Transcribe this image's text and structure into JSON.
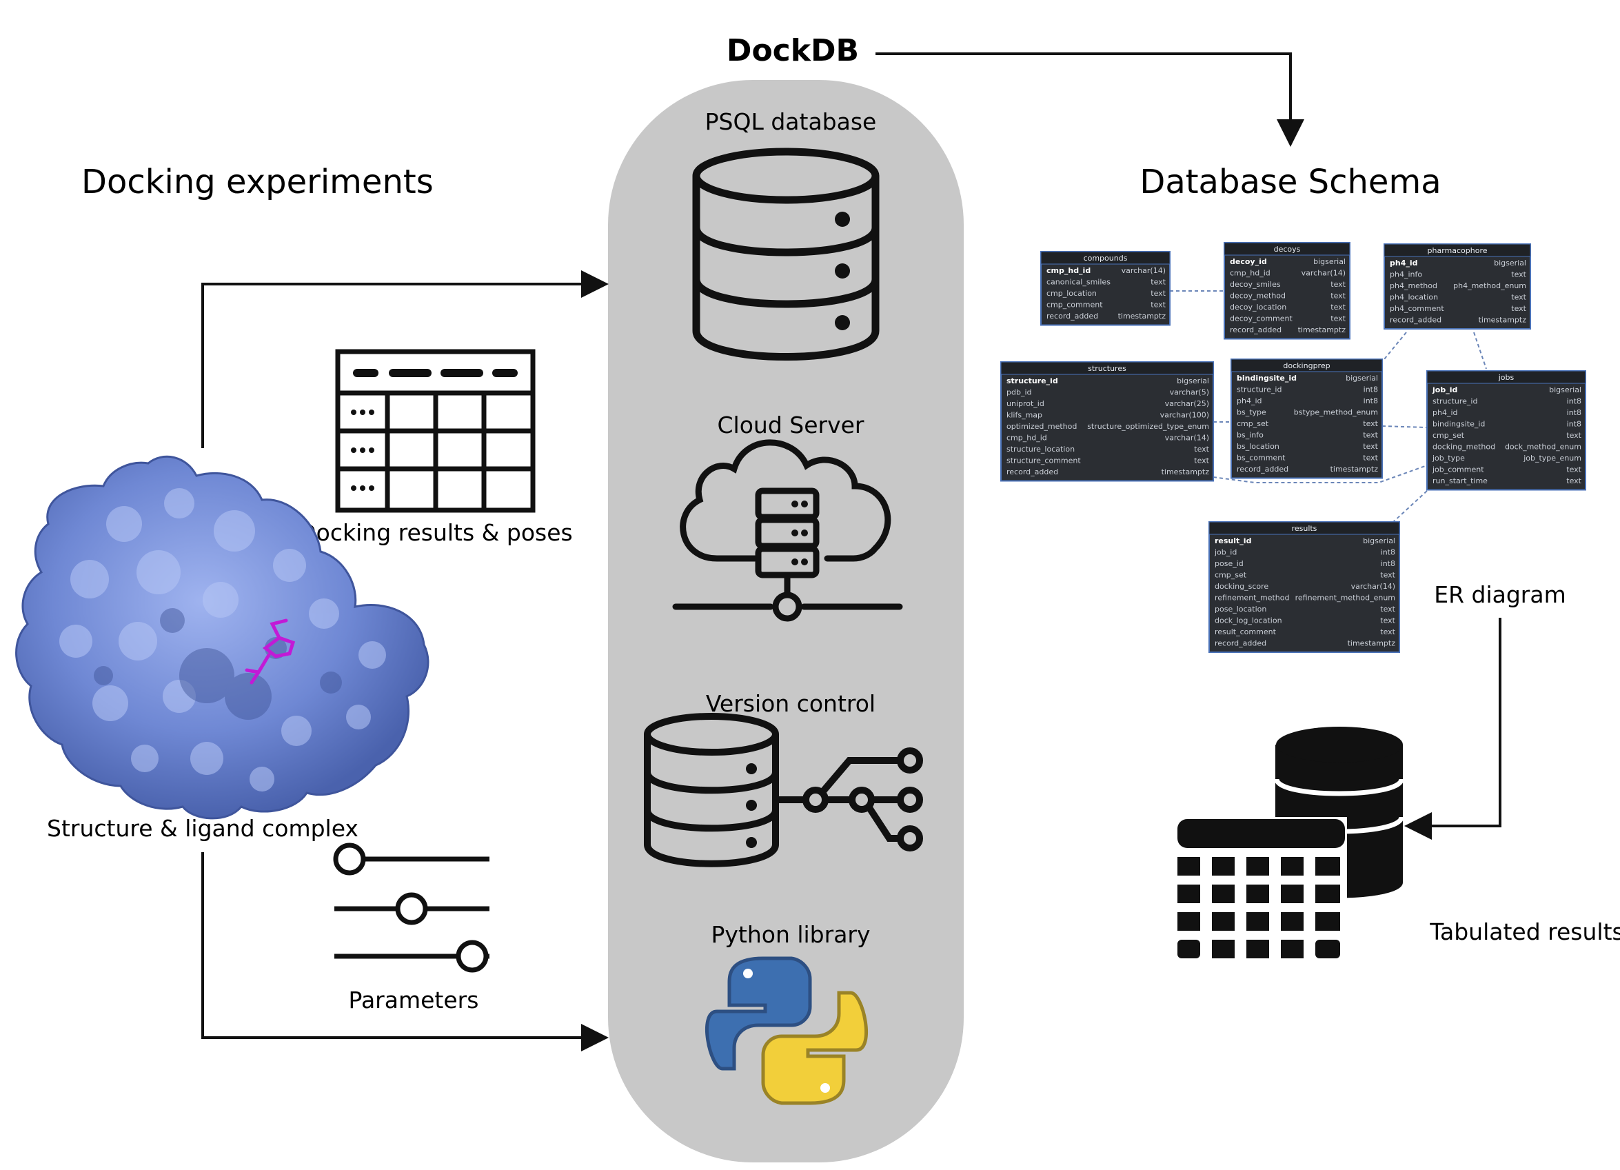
{
  "header": {
    "title": "DockDB"
  },
  "left": {
    "title": "Docking experiments",
    "results_label": "Docking results & poses",
    "structure_label": "Structure & ligand complex",
    "parameters_label": "Parameters"
  },
  "center": {
    "psql_label": "PSQL database",
    "cloud_label": "Cloud Server",
    "vc_label": "Version control",
    "python_label": "Python library"
  },
  "right": {
    "title": "Database Schema",
    "er_label": "ER diagram",
    "tab_label": "Tabulated results"
  },
  "er_tables": [
    {
      "name": "compounds",
      "rows": [
        [
          "cmp_hd_id",
          "varchar(14)"
        ],
        [
          "canonical_smiles",
          "text"
        ],
        [
          "cmp_location",
          "text"
        ],
        [
          "cmp_comment",
          "text"
        ],
        [
          "record_added",
          "timestamptz"
        ]
      ]
    },
    {
      "name": "decoys",
      "rows": [
        [
          "decoy_id",
          "bigserial"
        ],
        [
          "cmp_hd_id",
          "varchar(14)"
        ],
        [
          "decoy_smiles",
          "text"
        ],
        [
          "decoy_method",
          "text"
        ],
        [
          "decoy_location",
          "text"
        ],
        [
          "decoy_comment",
          "text"
        ],
        [
          "record_added",
          "timestamptz"
        ]
      ]
    },
    {
      "name": "pharmacophore",
      "rows": [
        [
          "ph4_id",
          "bigserial"
        ],
        [
          "ph4_info",
          "text"
        ],
        [
          "ph4_method",
          "ph4_method_enum"
        ],
        [
          "ph4_location",
          "text"
        ],
        [
          "ph4_comment",
          "text"
        ],
        [
          "record_added",
          "timestamptz"
        ]
      ]
    },
    {
      "name": "structures",
      "rows": [
        [
          "structure_id",
          "bigserial"
        ],
        [
          "pdb_id",
          "varchar(5)"
        ],
        [
          "uniprot_id",
          "varchar(25)"
        ],
        [
          "klifs_map",
          "varchar(100)"
        ],
        [
          "optimized_method",
          "structure_optimized_type_enum"
        ],
        [
          "cmp_hd_id",
          "varchar(14)"
        ],
        [
          "structure_location",
          "text"
        ],
        [
          "structure_comment",
          "text"
        ],
        [
          "record_added",
          "timestamptz"
        ]
      ]
    },
    {
      "name": "dockingprep",
      "rows": [
        [
          "bindingsite_id",
          "bigserial"
        ],
        [
          "structure_id",
          "int8"
        ],
        [
          "ph4_id",
          "int8"
        ],
        [
          "bs_type",
          "bstype_method_enum"
        ],
        [
          "cmp_set",
          "text"
        ],
        [
          "bs_info",
          "text"
        ],
        [
          "bs_location",
          "text"
        ],
        [
          "bs_comment",
          "text"
        ],
        [
          "record_added",
          "timestamptz"
        ]
      ]
    },
    {
      "name": "jobs",
      "rows": [
        [
          "job_id",
          "bigserial"
        ],
        [
          "structure_id",
          "int8"
        ],
        [
          "ph4_id",
          "int8"
        ],
        [
          "bindingsite_id",
          "int8"
        ],
        [
          "cmp_set",
          "text"
        ],
        [
          "docking_method",
          "dock_method_enum"
        ],
        [
          "job_type",
          "job_type_enum"
        ],
        [
          "job_comment",
          "text"
        ],
        [
          "run_start_time",
          "text"
        ]
      ]
    },
    {
      "name": "results",
      "rows": [
        [
          "result_id",
          "bigserial"
        ],
        [
          "job_id",
          "int8"
        ],
        [
          "pose_id",
          "int8"
        ],
        [
          "cmp_set",
          "text"
        ],
        [
          "docking_score",
          "varchar(14)"
        ],
        [
          "refinement_method",
          "refinement_method_enum"
        ],
        [
          "pose_location",
          "text"
        ],
        [
          "dock_log_location",
          "text"
        ],
        [
          "result_comment",
          "text"
        ],
        [
          "record_added",
          "timestamptz"
        ]
      ]
    }
  ]
}
